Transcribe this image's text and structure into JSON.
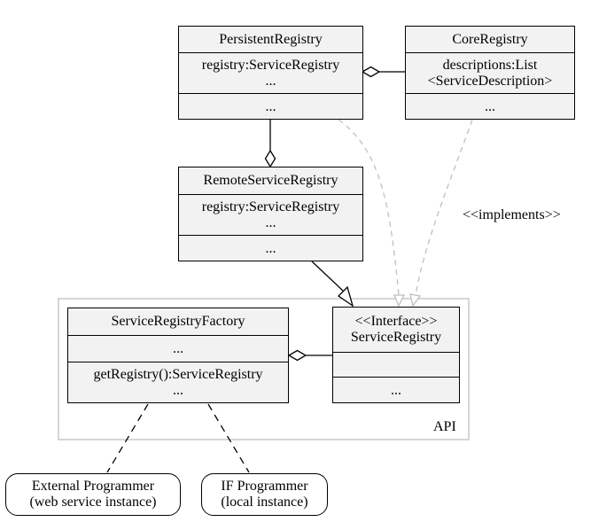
{
  "package": {
    "label": "API"
  },
  "classes": {
    "persistent": {
      "name": "PersistentRegistry",
      "attributes": [
        "registry:ServiceRegistry",
        "..."
      ],
      "operations": [
        "..."
      ]
    },
    "core": {
      "name": "CoreRegistry",
      "attributes": [
        "descriptions:List",
        "<ServiceDescription>"
      ],
      "operations": [
        "..."
      ]
    },
    "remote": {
      "name": "RemoteServiceRegistry",
      "attributes": [
        "registry:ServiceRegistry",
        "..."
      ],
      "operations": [
        "..."
      ]
    },
    "factory": {
      "name": "ServiceRegistryFactory",
      "attributes": [
        "..."
      ],
      "operations": [
        "getRegistry():ServiceRegistry",
        "..."
      ]
    },
    "iface": {
      "stereotype": "<<Interface>>",
      "name": "ServiceRegistry",
      "attributes": [],
      "operations": [
        "..."
      ]
    }
  },
  "relation_label": "<<implements>>",
  "actors": {
    "external": [
      "External Programmer",
      "(web service instance)"
    ],
    "if_programmer": [
      "IF Programmer",
      "(local instance)"
    ]
  },
  "colors": {
    "box_fill": "#f2f2f2",
    "line": "#000000",
    "dashed_grey": "#bfbfbf",
    "package_border": "#c8c8c8"
  }
}
